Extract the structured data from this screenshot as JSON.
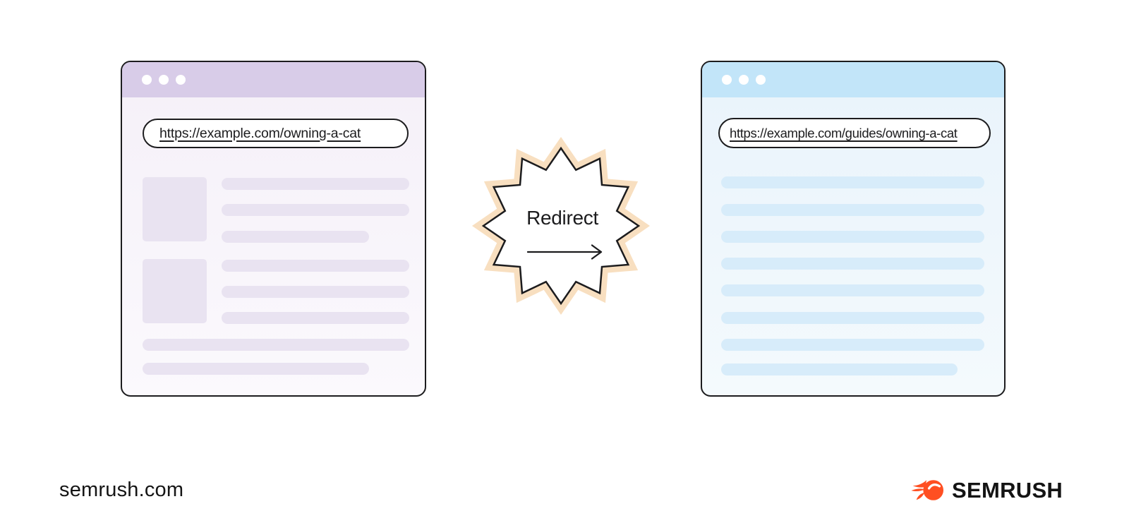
{
  "colors": {
    "page-bg": "#ffffff",
    "ink": "#1c1c1e",
    "left-header": "#d8cce8",
    "left-body-top": "#f5f0f8",
    "left-body-bottom": "#fbf9fd",
    "left-bar": "#e9e3f1",
    "right-header": "#c2e5f9",
    "right-body-top": "#e9f3fb",
    "right-body-bottom": "#f4fafd",
    "right-bar": "#d7ecfa",
    "burst-halo": "#f8dfc0",
    "pill-bg": "#ffffff",
    "brand-orange": "#ff4f22"
  },
  "left_browser": {
    "url": "https://example.com/owning-a-cat"
  },
  "right_browser": {
    "url": "https://example.com/guides/owning-a-cat"
  },
  "redirect_badge": {
    "label": "Redirect"
  },
  "footer": {
    "website": "semrush.com",
    "brand_name": "SEMRUSH"
  }
}
